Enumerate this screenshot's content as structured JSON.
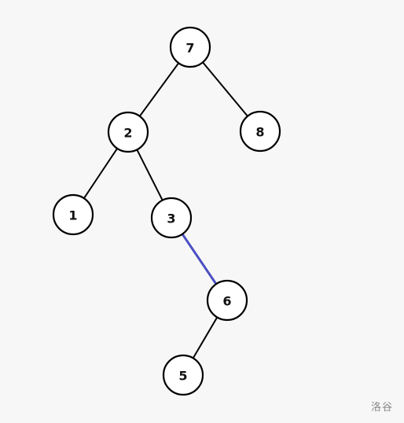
{
  "tree": {
    "nodes": [
      {
        "id": "n7",
        "label": "7"
      },
      {
        "id": "n2",
        "label": "2"
      },
      {
        "id": "n8",
        "label": "8"
      },
      {
        "id": "n1",
        "label": "1"
      },
      {
        "id": "n3",
        "label": "3"
      },
      {
        "id": "n6",
        "label": "6"
      },
      {
        "id": "n5",
        "label": "5"
      }
    ],
    "edges": [
      {
        "from": "n7",
        "to": "n2",
        "highlighted": false
      },
      {
        "from": "n7",
        "to": "n8",
        "highlighted": false
      },
      {
        "from": "n2",
        "to": "n1",
        "highlighted": false
      },
      {
        "from": "n2",
        "to": "n3",
        "highlighted": false
      },
      {
        "from": "n3",
        "to": "n6",
        "highlighted": true
      },
      {
        "from": "n6",
        "to": "n5",
        "highlighted": false
      }
    ],
    "colors": {
      "edge": "#000000",
      "highlight_edge": "#4a4fc2",
      "node_fill": "#ffffff",
      "node_stroke": "#000000",
      "background": "#f7f7f7"
    }
  },
  "watermark": {
    "text": "洛谷"
  }
}
